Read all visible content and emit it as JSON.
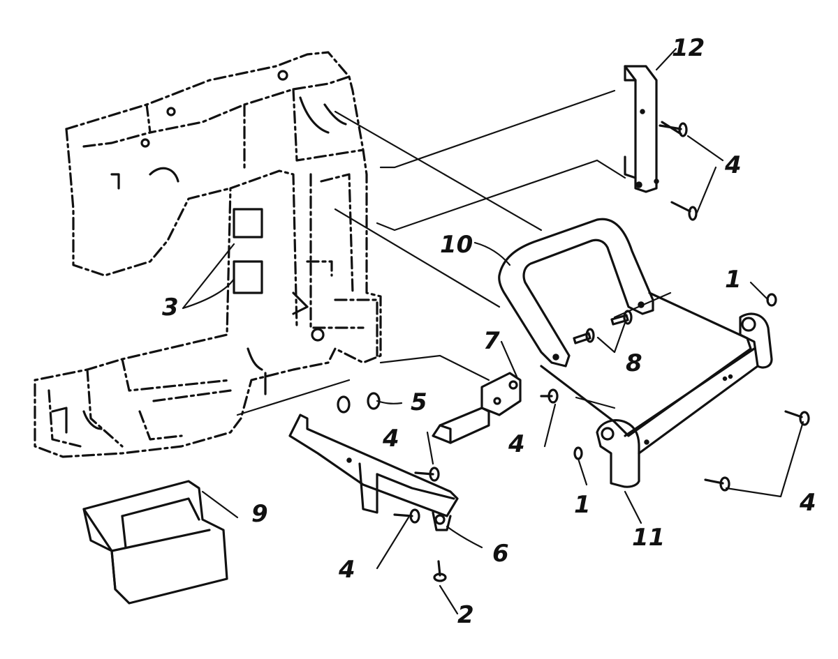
{
  "callouts": {
    "c12": "12",
    "c4a": "4",
    "c10": "10",
    "c1a": "1",
    "c3": "3",
    "c7": "7",
    "c8": "8",
    "c5": "5",
    "c4b": "4",
    "c4c": "4",
    "c1b": "1",
    "c4d": "4",
    "c9": "9",
    "c4e": "4",
    "c6": "6",
    "c11": "11",
    "c2": "2"
  }
}
